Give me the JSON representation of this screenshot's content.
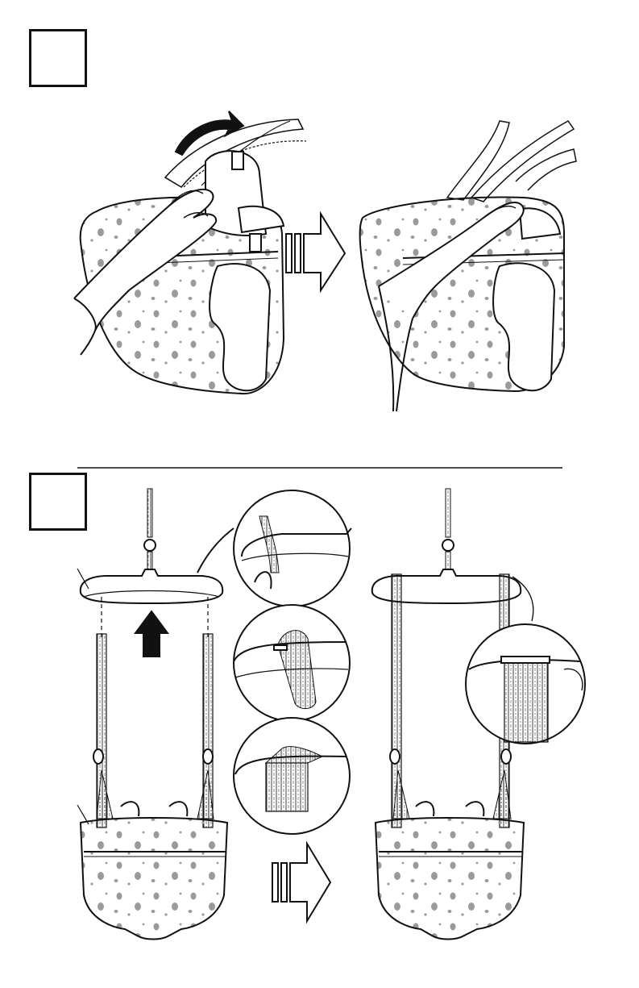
{
  "document": {
    "type": "assembly-instructions",
    "steps": [
      {
        "label": "",
        "figures": [
          "fold-seat-pad-over-frame",
          "press-pad-in-place"
        ],
        "connector": "arrow-right"
      },
      {
        "label": "",
        "figures": [
          "slide-frame-onto-straps",
          "detail-strap-loop-1",
          "detail-strap-loop-2",
          "detail-strap-loop-3",
          "assembled-jumper",
          "detail-strap-secured"
        ],
        "connector": "arrow-right"
      }
    ]
  },
  "colors": {
    "ink": "#111111",
    "paper": "#ffffff",
    "spots": "#9a9a9a",
    "fabric": "#f2f2f2"
  },
  "icons": [
    "curved-arrow-icon",
    "hollow-arrow-right-icon",
    "solid-arrow-up-icon"
  ]
}
